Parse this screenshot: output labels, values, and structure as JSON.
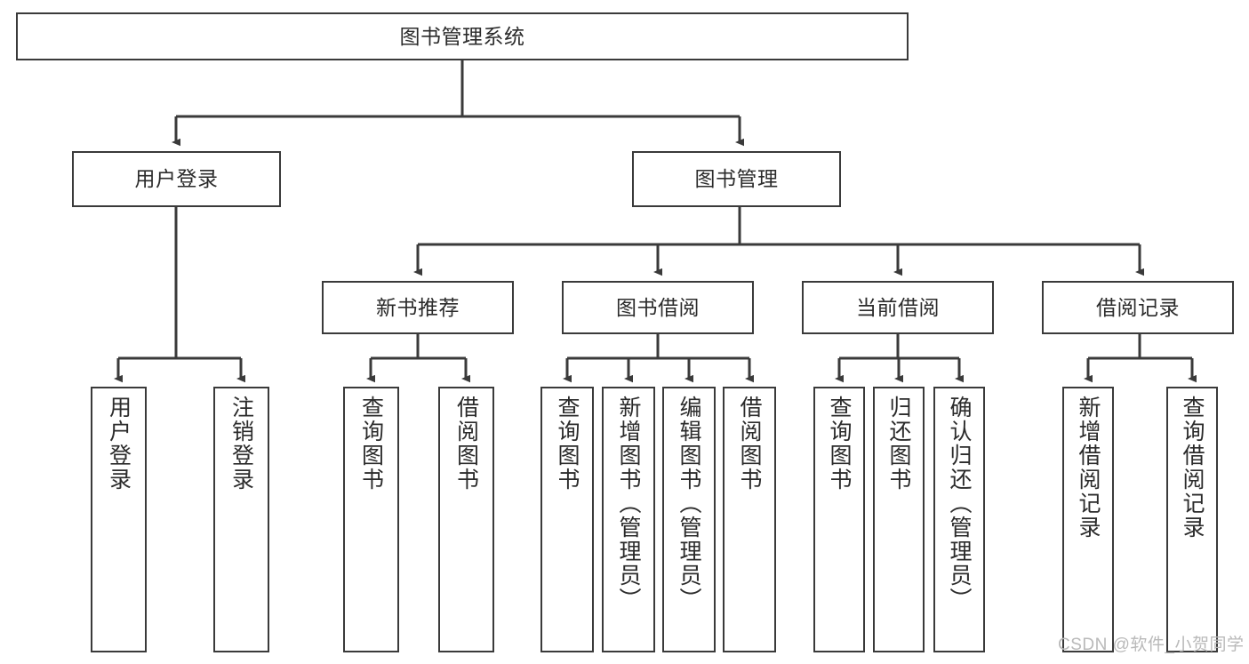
{
  "diagram": {
    "title": "图书管理系统",
    "type": "hierarchy-tree",
    "colors": {
      "box_border": "#3a3a3a",
      "box_fill": "#ffffff",
      "edge": "#3a3a3a",
      "text": "#2b2b2b",
      "watermark": "#b9b9b9",
      "background": "#ffffff"
    },
    "root": {
      "label": "图书管理系统"
    },
    "level2": [
      {
        "label": "用户登录"
      },
      {
        "label": "图书管理"
      }
    ],
    "level3": [
      {
        "label": "新书推荐"
      },
      {
        "label": "图书借阅"
      },
      {
        "label": "当前借阅"
      },
      {
        "label": "借阅记录"
      }
    ],
    "leaves": {
      "user_login": [
        {
          "label": "用户登录"
        },
        {
          "label": "注销登录"
        }
      ],
      "new_book_recommend": [
        {
          "label": "查询图书"
        },
        {
          "label": "借阅图书"
        }
      ],
      "book_borrow": [
        {
          "label": "查询图书"
        },
        {
          "label": "新增图书（管理员）"
        },
        {
          "label": "编辑图书（管理员）"
        },
        {
          "label": "借阅图书"
        }
      ],
      "current_borrow": [
        {
          "label": "查询图书"
        },
        {
          "label": "归还图书"
        },
        {
          "label": "确认归还（管理员）"
        }
      ],
      "borrow_records": [
        {
          "label": "新增借阅记录"
        },
        {
          "label": "查询借阅记录"
        }
      ]
    }
  },
  "watermark": {
    "text": "CSDN @软件_小贺同学"
  }
}
